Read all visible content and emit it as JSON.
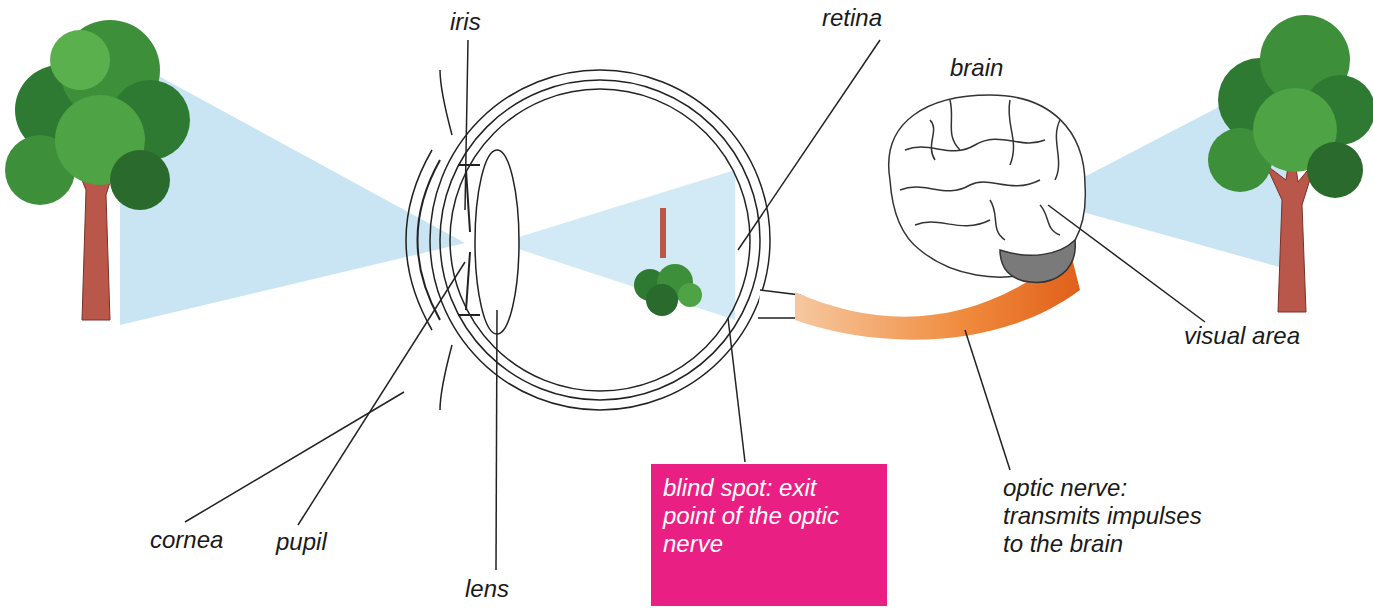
{
  "diagram": {
    "nodes": [
      {
        "text": [
          "blind spot: exit point of the optic nerve"
        ]
      }
    ],
    "labels": [
      "iris",
      "retina",
      "brain",
      "cornea",
      "pupil",
      "lens",
      "visual area",
      "optic nerve: transmits impulses to the brain"
    ]
  }
}
